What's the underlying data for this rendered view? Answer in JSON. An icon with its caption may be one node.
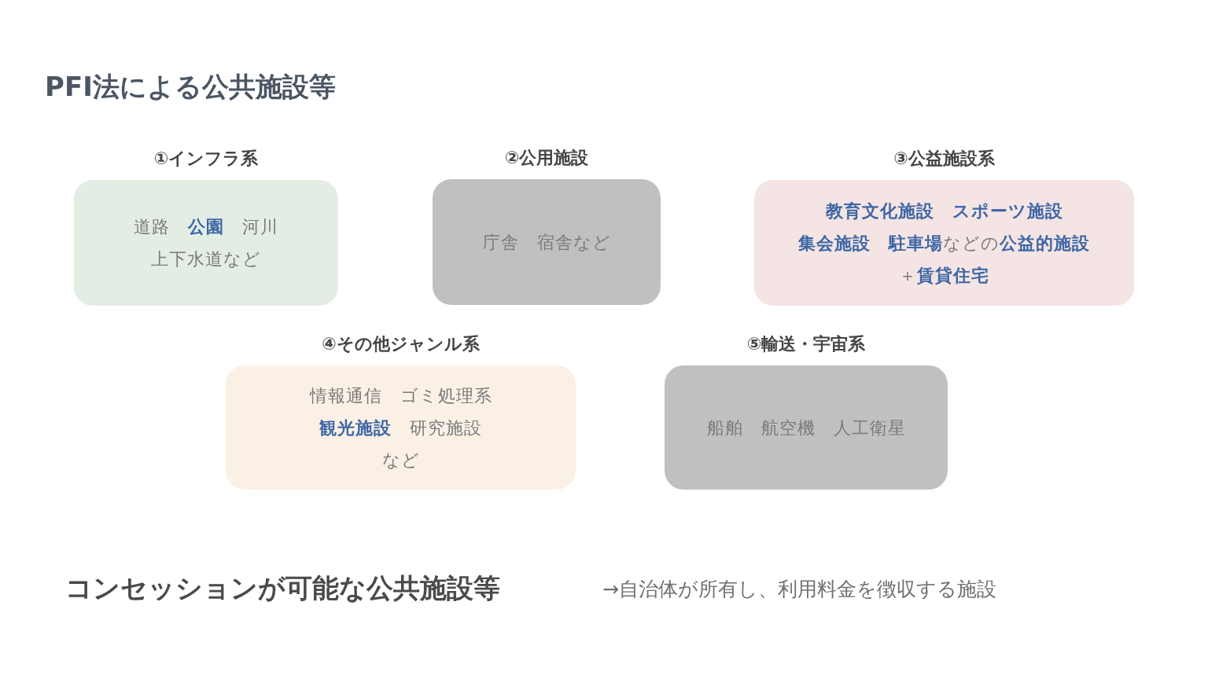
{
  "diagram": {
    "title": "PFI法による公共施設等",
    "nodes": [
      {
        "text": [
          "①インフラ系",
          "道路　**公園**　河川上下水道など"
        ]
      },
      {
        "text": [
          "②公用施設",
          "庁舎　宿舎など"
        ]
      },
      {
        "text": [
          "③公益施設系",
          "**教育文化施設　スポーツ施設集会施設　駐車場**などの**公益的施設**＋**賃貸住宅**"
        ]
      },
      {
        "text": [
          "④その他ジャンル系",
          "情報通信　ゴミ処理系**観光施設**　研究施設など"
        ]
      },
      {
        "text": [
          "⑤輸送・宇宙系",
          "船舶　航空機　人工衛星"
        ]
      }
    ],
    "labels": [
      "コンセッションが可能な公共施設等",
      "→自治体が所有し、利用料金を徴収する施設"
    ]
  }
}
